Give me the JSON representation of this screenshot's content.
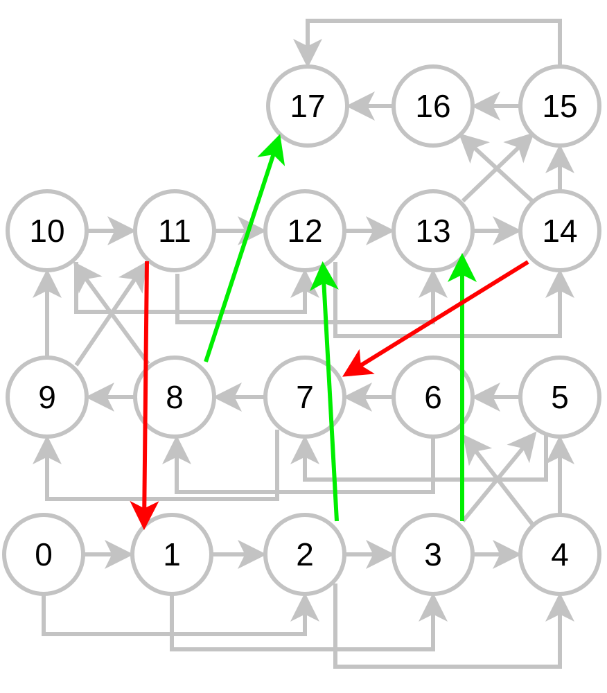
{
  "colors": {
    "background": "#ffffff",
    "node_stroke": "#c3c3c3",
    "node_fill": "#ffffff",
    "label": "#000000",
    "edge_default": "#c3c3c3",
    "edge_green": "#00ee00",
    "edge_red": "#ff0000"
  },
  "nodes": [
    {
      "id": "0",
      "label": "0"
    },
    {
      "id": "1",
      "label": "1"
    },
    {
      "id": "2",
      "label": "2"
    },
    {
      "id": "3",
      "label": "3"
    },
    {
      "id": "4",
      "label": "4"
    },
    {
      "id": "5",
      "label": "5"
    },
    {
      "id": "6",
      "label": "6"
    },
    {
      "id": "7",
      "label": "7"
    },
    {
      "id": "8",
      "label": "8"
    },
    {
      "id": "9",
      "label": "9"
    },
    {
      "id": "10",
      "label": "10"
    },
    {
      "id": "11",
      "label": "11"
    },
    {
      "id": "12",
      "label": "12"
    },
    {
      "id": "13",
      "label": "13"
    },
    {
      "id": "14",
      "label": "14"
    },
    {
      "id": "15",
      "label": "15"
    },
    {
      "id": "16",
      "label": "16"
    },
    {
      "id": "17",
      "label": "17"
    }
  ],
  "edges": [
    {
      "from": "0",
      "to": "1",
      "color": "gray"
    },
    {
      "from": "1",
      "to": "2",
      "color": "gray"
    },
    {
      "from": "2",
      "to": "3",
      "color": "gray"
    },
    {
      "from": "3",
      "to": "4",
      "color": "gray"
    },
    {
      "from": "0",
      "to": "2",
      "color": "gray"
    },
    {
      "from": "1",
      "to": "3",
      "color": "gray"
    },
    {
      "from": "2",
      "to": "4",
      "color": "gray"
    },
    {
      "from": "3",
      "to": "5",
      "color": "gray"
    },
    {
      "from": "4",
      "to": "5",
      "color": "gray"
    },
    {
      "from": "4",
      "to": "6",
      "color": "gray"
    },
    {
      "from": "5",
      "to": "6",
      "color": "gray"
    },
    {
      "from": "6",
      "to": "7",
      "color": "gray"
    },
    {
      "from": "7",
      "to": "8",
      "color": "gray"
    },
    {
      "from": "8",
      "to": "9",
      "color": "gray"
    },
    {
      "from": "5",
      "to": "7",
      "color": "gray"
    },
    {
      "from": "6",
      "to": "8",
      "color": "gray"
    },
    {
      "from": "7",
      "to": "9",
      "color": "gray"
    },
    {
      "from": "9",
      "to": "10",
      "color": "gray"
    },
    {
      "from": "9",
      "to": "11",
      "color": "gray"
    },
    {
      "from": "8",
      "to": "10",
      "color": "gray"
    },
    {
      "from": "10",
      "to": "11",
      "color": "gray"
    },
    {
      "from": "11",
      "to": "12",
      "color": "gray"
    },
    {
      "from": "12",
      "to": "13",
      "color": "gray"
    },
    {
      "from": "13",
      "to": "14",
      "color": "gray"
    },
    {
      "from": "10",
      "to": "12",
      "color": "gray"
    },
    {
      "from": "11",
      "to": "13",
      "color": "gray"
    },
    {
      "from": "12",
      "to": "14",
      "color": "gray"
    },
    {
      "from": "13",
      "to": "15",
      "color": "gray"
    },
    {
      "from": "14",
      "to": "15",
      "color": "gray"
    },
    {
      "from": "14",
      "to": "16",
      "color": "gray"
    },
    {
      "from": "15",
      "to": "16",
      "color": "gray"
    },
    {
      "from": "16",
      "to": "17",
      "color": "gray"
    },
    {
      "from": "15",
      "to": "17",
      "color": "gray"
    },
    {
      "from": "8",
      "to": "17",
      "color": "green"
    },
    {
      "from": "2",
      "to": "12",
      "color": "green"
    },
    {
      "from": "3",
      "to": "13",
      "color": "green"
    },
    {
      "from": "11",
      "to": "1",
      "color": "red"
    },
    {
      "from": "14",
      "to": "7",
      "color": "red"
    }
  ]
}
